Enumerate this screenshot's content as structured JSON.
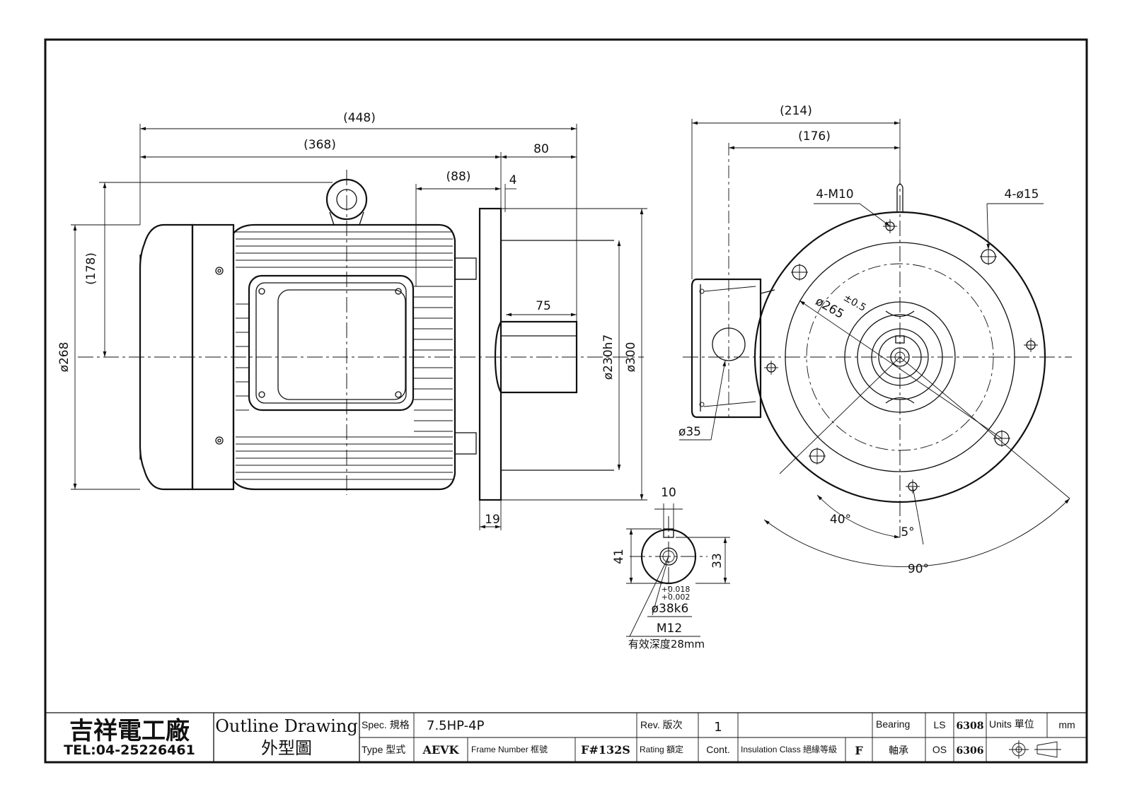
{
  "side_view": {
    "dims": {
      "overall": "(448)",
      "body": "(368)",
      "shaft": "80",
      "flange_offset": "(88)",
      "gap": "4",
      "height": "(178)",
      "body_dia": "ø268",
      "shaft_len": "75",
      "pilot_dia": "ø230h7",
      "flange_dia": "ø300",
      "flange_thk": "19"
    }
  },
  "front_view": {
    "dims": {
      "overall": "(214)",
      "terminal": "(176)",
      "tapped_holes": "4-M10",
      "holes": "4-ø15",
      "pcd": "ø265",
      "pcd_tol": "±0.5",
      "conduit": "ø35",
      "angle_a": "40°",
      "angle_b": "5°",
      "angle_c": "90°"
    }
  },
  "shaft_detail": {
    "key_width": "10",
    "height": "41",
    "key_depth": "33",
    "tol_upper": "+0.018",
    "tol_lower": "+0.002",
    "shaft_dia": "ø38k6",
    "thread": "M12",
    "thread_depth": "有效深度28mm"
  },
  "title_block": {
    "company": "吉祥電工廠",
    "tel": "TEL:04-25226461",
    "drawing_en": "Outline Drawing",
    "drawing_zh": "外型圖",
    "spec_label": "Spec. 規格",
    "spec_value": "7.5HP-4P",
    "rev_label": "Rev. 版次",
    "rev_value": "1",
    "bearing_label": "Bearing",
    "bearing_label_zh": "軸承",
    "ls_label": "LS",
    "ls_value": "6308",
    "os_label": "OS",
    "os_value": "6306",
    "units_label": "Units 單位",
    "units_value": "mm",
    "type_label": "Type 型式",
    "type_value": "AEVK",
    "frame_label": "Frame Number 框號",
    "frame_value": "F#132S",
    "rating_label": "Rating 額定",
    "rating_value": "Cont.",
    "insulation_label": "Insulation Class 絕緣等級",
    "insulation_value": "F"
  }
}
